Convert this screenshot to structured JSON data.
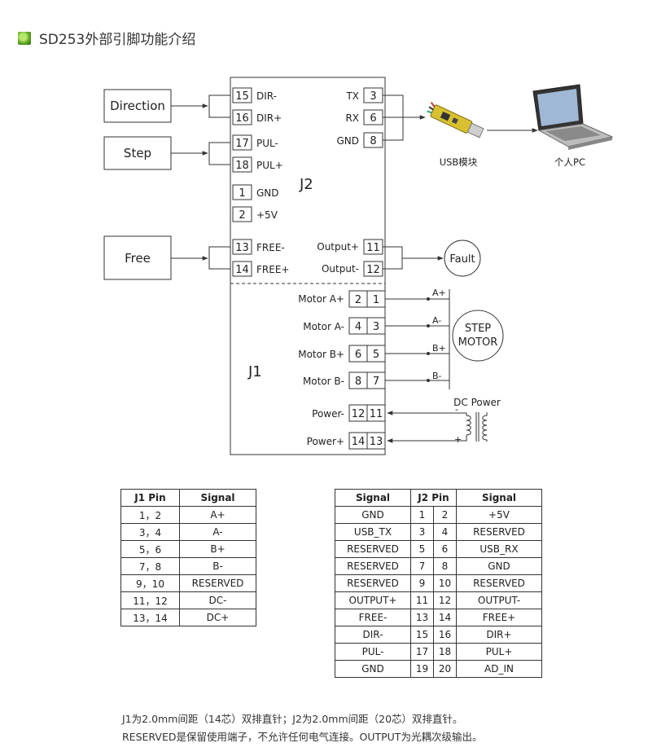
{
  "title": "SD253外部引脚功能介绍",
  "diagram": {
    "inputs": [
      "Direction",
      "Step",
      "Free"
    ],
    "j2_label": "J2",
    "j1_label": "J1",
    "j2_left": [
      {
        "pin": "15",
        "name": "DIR-"
      },
      {
        "pin": "16",
        "name": "DIR+"
      },
      {
        "pin": "17",
        "name": "PUL-"
      },
      {
        "pin": "18",
        "name": "PUL+"
      },
      {
        "pin": "1",
        "name": "GND"
      },
      {
        "pin": "2",
        "name": "+5V"
      },
      {
        "pin": "13",
        "name": "FREE-"
      },
      {
        "pin": "14",
        "name": "FREE+"
      }
    ],
    "j2_right": [
      {
        "pin": "3",
        "name": "TX"
      },
      {
        "pin": "6",
        "name": "RX"
      },
      {
        "pin": "8",
        "name": "GND"
      },
      {
        "pin": "11",
        "name": "Output+"
      },
      {
        "pin": "12",
        "name": "Output-"
      }
    ],
    "j1_rows": [
      {
        "name": "Motor A+",
        "a": "2",
        "b": "1",
        "wire": "A+"
      },
      {
        "name": "Motor A-",
        "a": "4",
        "b": "3",
        "wire": "A-"
      },
      {
        "name": "Motor B+",
        "a": "6",
        "b": "5",
        "wire": "B+"
      },
      {
        "name": "Motor B-",
        "a": "8",
        "b": "7",
        "wire": "B-"
      },
      {
        "name": "Power-",
        "a": "12",
        "b": "11",
        "wire": "-"
      },
      {
        "name": "Power+",
        "a": "14",
        "b": "13",
        "wire": "+"
      }
    ],
    "usb_label": "USB模块",
    "pc_label": "个人PC",
    "fault_label": "Fault",
    "motor_label_1": "STEP",
    "motor_label_2": "MOTOR",
    "dc_power_label": "DC Power"
  },
  "j1_table": {
    "headers": [
      "J1 Pin",
      "Signal"
    ],
    "rows": [
      [
        "1，2",
        "A+"
      ],
      [
        "3，4",
        "A-"
      ],
      [
        "5，6",
        "B+"
      ],
      [
        "7，8",
        "B-"
      ],
      [
        "9，10",
        "RESERVED"
      ],
      [
        "11，12",
        "DC-"
      ],
      [
        "13，14",
        "DC+"
      ]
    ]
  },
  "j2_table": {
    "headers": [
      "Signal",
      "J2 Pin",
      "Signal"
    ],
    "rows": [
      [
        "GND",
        "1",
        "2",
        "+5V"
      ],
      [
        "USB_TX",
        "3",
        "4",
        "RESERVED"
      ],
      [
        "RESERVED",
        "5",
        "6",
        "USB_RX"
      ],
      [
        "RESERVED",
        "7",
        "8",
        "GND"
      ],
      [
        "RESERVED",
        "9",
        "10",
        "RESERVED"
      ],
      [
        "OUTPUT+",
        "11",
        "12",
        "OUTPUT-"
      ],
      [
        "FREE-",
        "13",
        "14",
        "FREE+"
      ],
      [
        "DIR-",
        "15",
        "16",
        "DIR+"
      ],
      [
        "PUL-",
        "17",
        "18",
        "PUL+"
      ],
      [
        "GND",
        "19",
        "20",
        "AD_IN"
      ]
    ]
  },
  "notes": [
    "J1为2.0mm间距（14芯）双排直针；J2为2.0mm间距（20芯）双排直针。",
    "RESERVED是保留使用端子，不允许任何电气连接。OUTPUT为光耦次级输出。"
  ]
}
